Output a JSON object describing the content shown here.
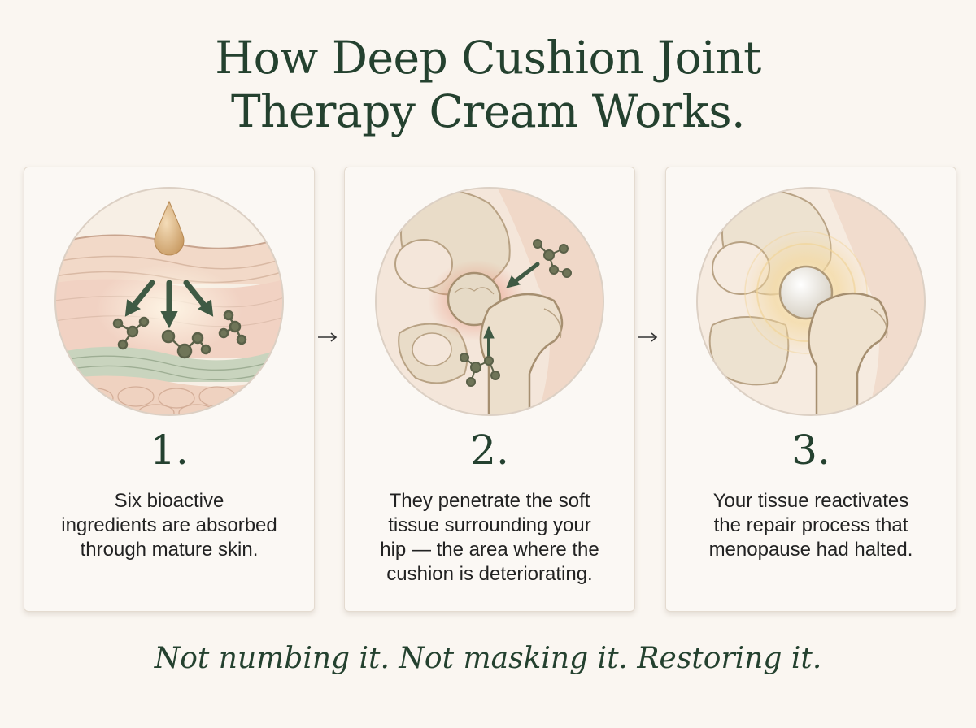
{
  "title_line1": "How Deep Cushion Joint",
  "title_line2": "Therapy Cream Works.",
  "steps": [
    {
      "number": "1.",
      "description": "Six bioactive\ningredients are absorbed\nthrough mature skin.",
      "illustration": "skin-absorption-illustration"
    },
    {
      "number": "2.",
      "description": "They penetrate the soft\ntissue surrounding your\nhip — the area where the\ncushion is deteriorating.",
      "illustration": "hip-penetration-illustration"
    },
    {
      "number": "3.",
      "description": "Your tissue reactivates\nthe repair process that\nmenopause had halted.",
      "illustration": "hip-restored-illustration"
    }
  ],
  "arrow_icon": "arrow-right-icon",
  "tagline": "Not numbing it. Not masking it. Restoring it.",
  "colors": {
    "heading": "#24412f",
    "background": "#faf6f1",
    "card_border": "#e4dbd0"
  }
}
